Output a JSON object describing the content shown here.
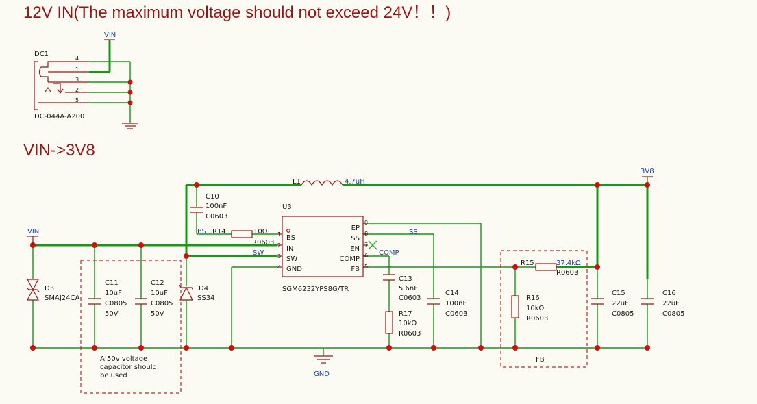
{
  "headings": {
    "input": "12V IN(The maximum voltage should not exceed 24V！！)",
    "converter": "VIN->3V8"
  },
  "colors": {
    "wire": "#159a15",
    "symbol": "#a01414",
    "junction": "#cc1111",
    "net_label": "#1e3da8",
    "heading": "#9a1414",
    "background": "#fbfbf4"
  },
  "connector": {
    "ref": "DC1",
    "part": "DC-044A-A200",
    "pins": [
      "4",
      "1",
      "3",
      "2",
      "5"
    ],
    "net": "VIN"
  },
  "nets": {
    "vin_top": "VIN",
    "vin_left": "VIN",
    "out": "3V8",
    "gnd": "GND",
    "bs": "BS",
    "sw": "SW",
    "ss": "SS",
    "comp": "COMP"
  },
  "ic": {
    "ref": "U3",
    "part": "SGM6232YPS8G/TR",
    "left_pins": [
      {
        "num": "1",
        "name": "BS"
      },
      {
        "num": "2",
        "name": "IN"
      },
      {
        "num": "3",
        "name": "SW"
      },
      {
        "num": "4",
        "name": "GND"
      }
    ],
    "right_pins": [
      {
        "num": "9",
        "name": "EP"
      },
      {
        "num": "8",
        "name": "SS"
      },
      {
        "num": "7",
        "name": "EN"
      },
      {
        "num": "6",
        "name": "COMP"
      },
      {
        "num": "5",
        "name": "FB"
      }
    ]
  },
  "parts": {
    "L1": {
      "ref": "L1",
      "value": "4.7uH"
    },
    "C10": {
      "ref": "C10",
      "value": "100nF",
      "pkg": "C0603"
    },
    "R14": {
      "ref": "R14",
      "value": "10Ω",
      "pkg": "R0603"
    },
    "D3": {
      "ref": "D3",
      "value": "SMAJ24CA"
    },
    "C11": {
      "ref": "C11",
      "value": "10uF",
      "pkg": "C0805",
      "rating": "50V"
    },
    "C12": {
      "ref": "C12",
      "value": "10uF",
      "pkg": "C0805",
      "rating": "50V"
    },
    "D4": {
      "ref": "D4",
      "value": "SS34"
    },
    "C13": {
      "ref": "C13",
      "value": "5.6nF",
      "pkg": "C0603"
    },
    "R17": {
      "ref": "R17",
      "value": "10kΩ",
      "pkg": "R0603"
    },
    "C14": {
      "ref": "C14",
      "value": "100nF",
      "pkg": "C0603"
    },
    "R15": {
      "ref": "R15",
      "value": "37.4kΩ",
      "pkg": "R0603"
    },
    "R16": {
      "ref": "R16",
      "value": "10kΩ",
      "pkg": "R0603"
    },
    "C15": {
      "ref": "C15",
      "value": "22uF",
      "pkg": "C0805"
    },
    "C16": {
      "ref": "C16",
      "value": "22uF",
      "pkg": "C0805"
    }
  },
  "notes": {
    "cap_note": [
      "A 50v voltage",
      "capacitor should",
      "be used"
    ],
    "fb_box": "FB"
  }
}
